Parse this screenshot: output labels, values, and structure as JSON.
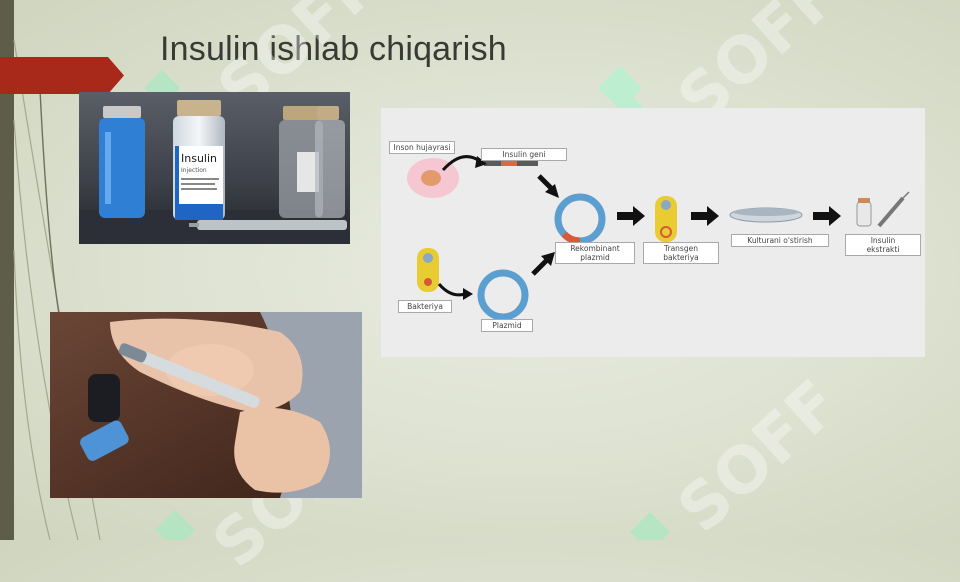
{
  "slide": {
    "title": "Insulin ishlab chiqarish",
    "watermark_text": "SOFF",
    "accent_color": "#a8281a",
    "side_strip_color": "#5d5d49"
  },
  "photos": {
    "vials": {
      "vial_label_main": "Insulin",
      "vial_label_sub": "Injection"
    },
    "injection": {}
  },
  "diagram": {
    "labels": {
      "human_cell": "Inson hujayrasi",
      "insulin_gene": "Insulin geni",
      "recombinant_plasmid": "Rekombinant\nplazmid",
      "transgenic_bacteria": "Transgen\nbakteriya",
      "cultivation": "Kulturani o'stirish",
      "insulin_extract": "Insulin\nekstrakti",
      "bacteria": "Bakteriya",
      "plasmid": "Plazmid"
    }
  }
}
